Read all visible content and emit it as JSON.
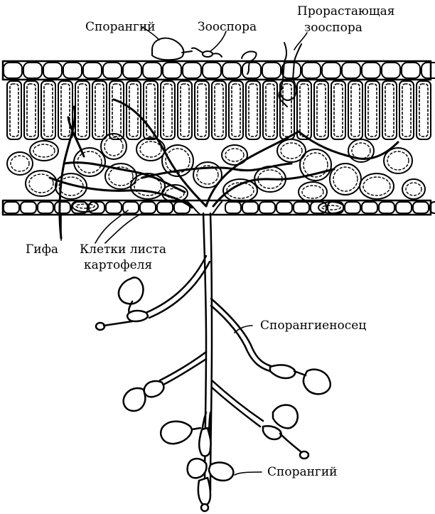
{
  "labels": {
    "sporangium_top": "Спорангий",
    "zoospore": "Зооспора",
    "germinating_line1": "Прорастающая",
    "germinating_line2": "зооспора",
    "hypha": "Гифа",
    "leaf_cells_line1": "Клетки листа",
    "leaf_cells_line2": "картофеля",
    "sporangiophore": "Спорангиеносец",
    "sporangium_bottom": "Спорангий"
  }
}
